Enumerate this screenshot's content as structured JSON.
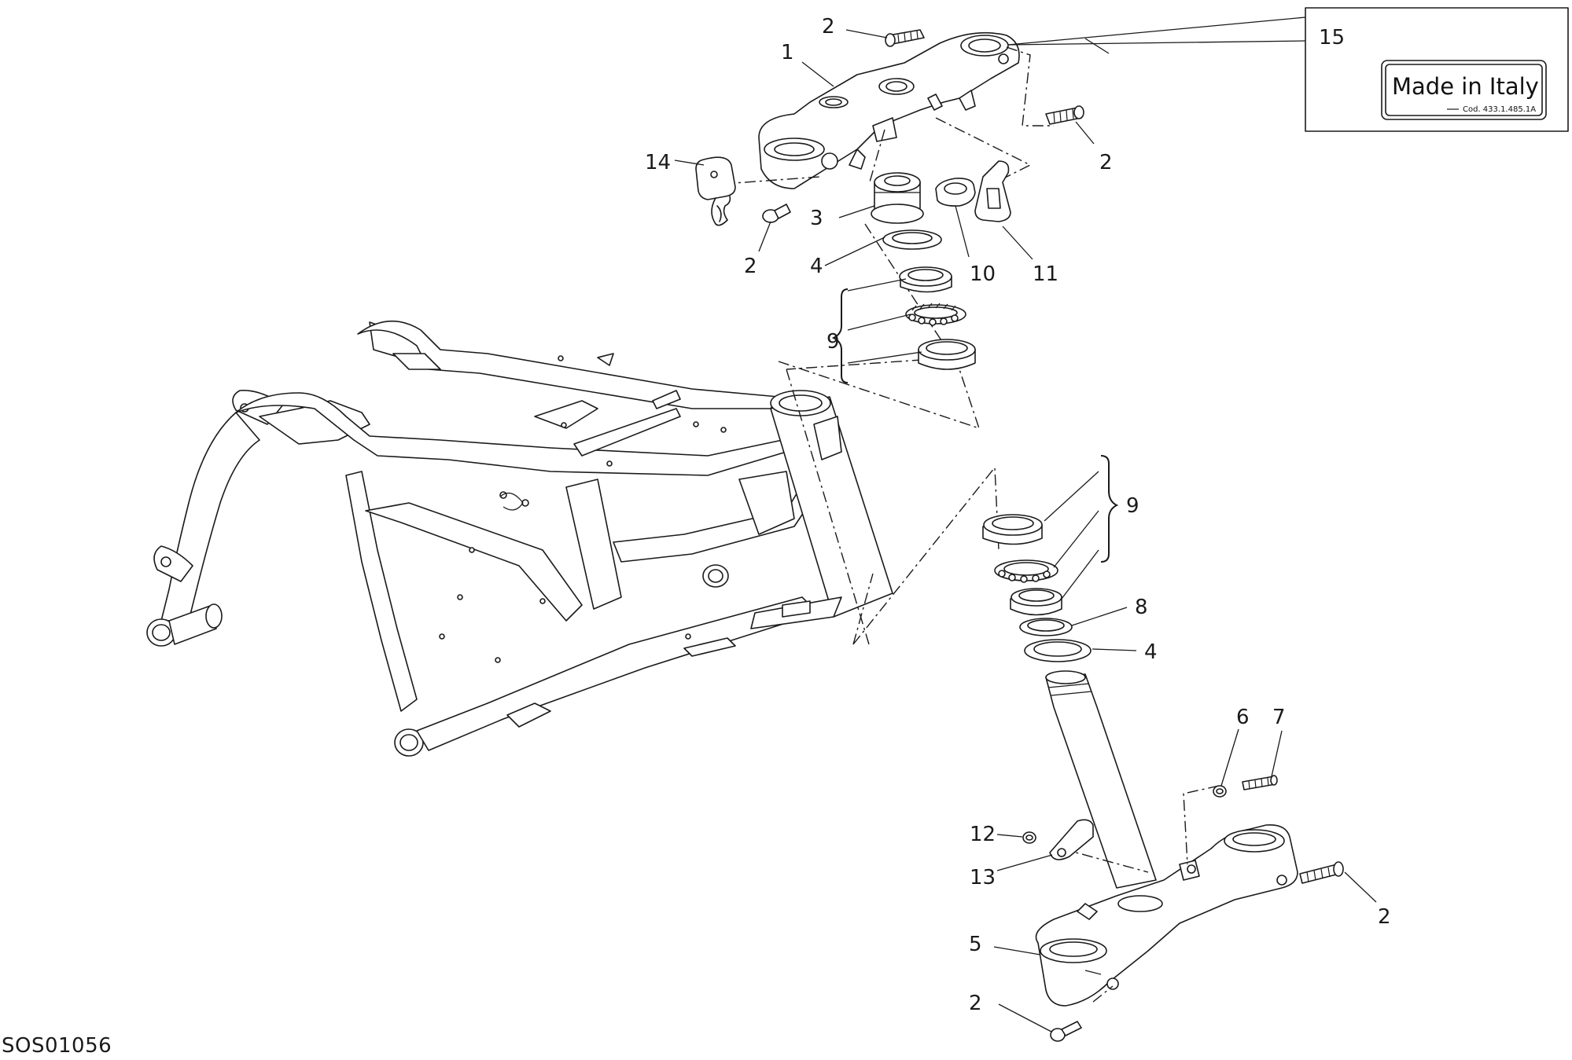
{
  "diagram_code": "SOS01056",
  "callouts": [
    "1",
    "2",
    "2",
    "2",
    "2",
    "2",
    "3",
    "4",
    "4",
    "5",
    "6",
    "7",
    "8",
    "9",
    "9",
    "10",
    "11",
    "12",
    "13",
    "14",
    "15"
  ],
  "label_plate": {
    "title": "Made in Italy",
    "code": "Cod. 433.1.485.1A"
  }
}
